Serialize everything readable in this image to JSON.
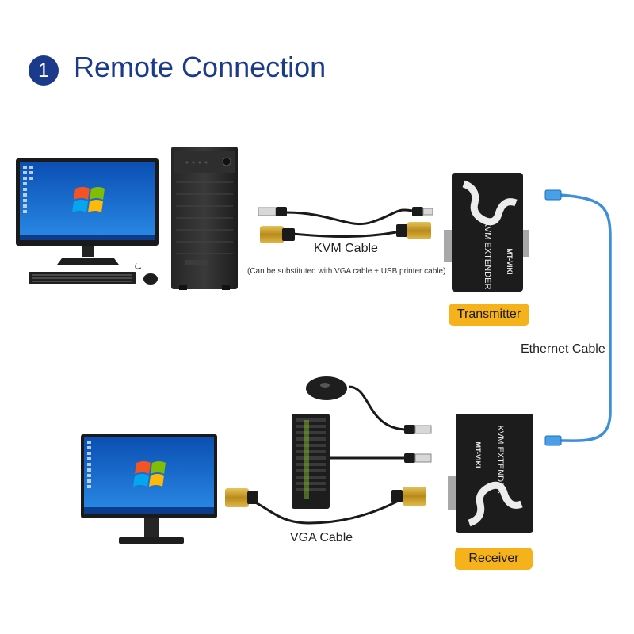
{
  "header": {
    "step_number": "1",
    "title": "Remote Connection"
  },
  "labels": {
    "kvm_cable": "KVM Cable",
    "kvm_cable_note": "(Can be substituted with VGA cable + USB printer cable)",
    "vga_cable": "VGA Cable",
    "ethernet_cable": "Ethernet Cable"
  },
  "devices": {
    "transmitter_label": "Transmitter",
    "receiver_label": "Receiver",
    "brand_mark": "MT-VIKI",
    "product_name": "KVM EXTENDER"
  },
  "colors": {
    "title_blue": "#1b3a8c",
    "label_gold": "#f5b21a",
    "ethernet_blue": "#3d8fd9",
    "connector_gold": "#c9a227",
    "device_black": "#1c1c1c"
  }
}
